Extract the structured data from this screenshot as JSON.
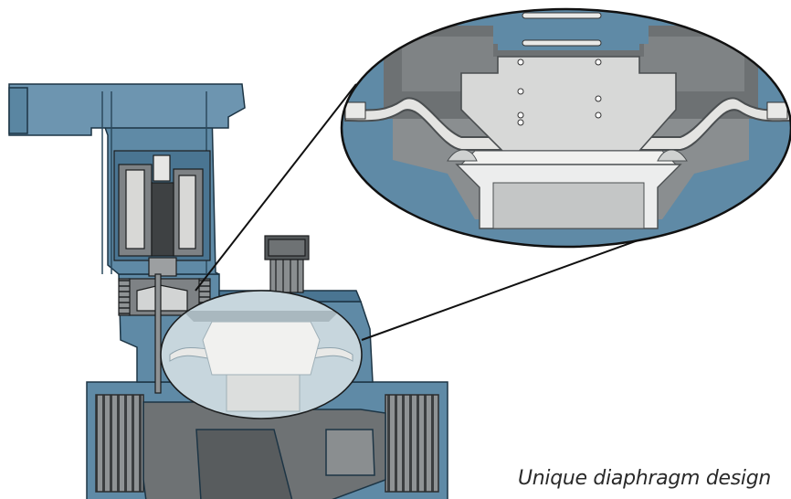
{
  "caption": "Unique diaphragm design",
  "colors": {
    "body": "#5f8aa6",
    "body_dark": "#3b6580",
    "outline": "#1d3545",
    "grey_dark": "#5a5e60",
    "grey_mid": "#7e8285",
    "grey_light": "#d2d4d4",
    "diaphragm": "#e6e6e4",
    "metal": "#9c9fa1",
    "background": "#ffffff"
  },
  "icons": [
    "valve-cutaway-illustration",
    "diaphragm-zoom-inset"
  ]
}
